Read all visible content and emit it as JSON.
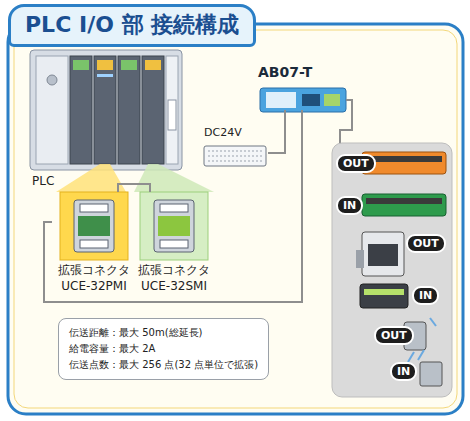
{
  "diagram": {
    "title": "PLC I/O 部 接続構成",
    "nodes": [
      {
        "text": [
          "PLC"
        ]
      },
      {
        "text": [
          "DC24V"
        ]
      },
      {
        "text": [
          "AB07-T"
        ]
      },
      {
        "text": [
          "拡張コネクタ UCE-32PMI"
        ]
      },
      {
        "text": [
          "拡張コネクタ UCE-32SMI"
        ]
      },
      {
        "text": [
          "伝送距離：最大 50m(総延長)",
          "給電容量：最大 2A",
          "伝送点数：最大 256 点(32 点単位で拡張)"
        ]
      },
      {
        "text": [
          "OUT"
        ]
      },
      {
        "text": [
          "IN"
        ]
      },
      {
        "text": [
          "OUT"
        ]
      },
      {
        "text": [
          "IN"
        ]
      },
      {
        "text": [
          "OUT"
        ]
      },
      {
        "text": [
          "IN"
        ]
      }
    ],
    "edges": [
      {
        "from": 3,
        "to": 4,
        "arrow": "none"
      },
      {
        "from": 3,
        "to": 2,
        "arrow": "none"
      },
      {
        "from": 1,
        "to": 2,
        "arrow": "none"
      }
    ]
  }
}
